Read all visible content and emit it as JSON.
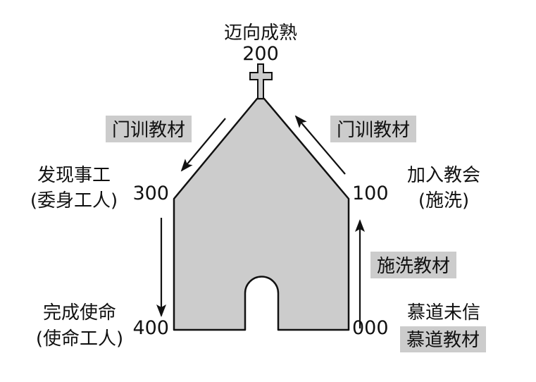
{
  "top": {
    "title": "迈向成熟",
    "code": "200"
  },
  "left_upper": {
    "title": "发现事工",
    "subtitle": "(委身工人)",
    "code": "300"
  },
  "right_upper": {
    "title": "加入教会",
    "subtitle": "(施洗)",
    "code": "100"
  },
  "left_lower": {
    "title": "完成使命",
    "subtitle": "(使命工人)",
    "code": "400"
  },
  "right_lower": {
    "title": "慕道未信",
    "material": "慕道教材",
    "code": "000"
  },
  "materials": {
    "left_roof": "门训教材",
    "right_roof": "门训教材",
    "right_wall": "施洗教材"
  },
  "colors": {
    "church_fill": "#cccccc",
    "label_bg": "#cccccc",
    "stroke": "#111111"
  }
}
